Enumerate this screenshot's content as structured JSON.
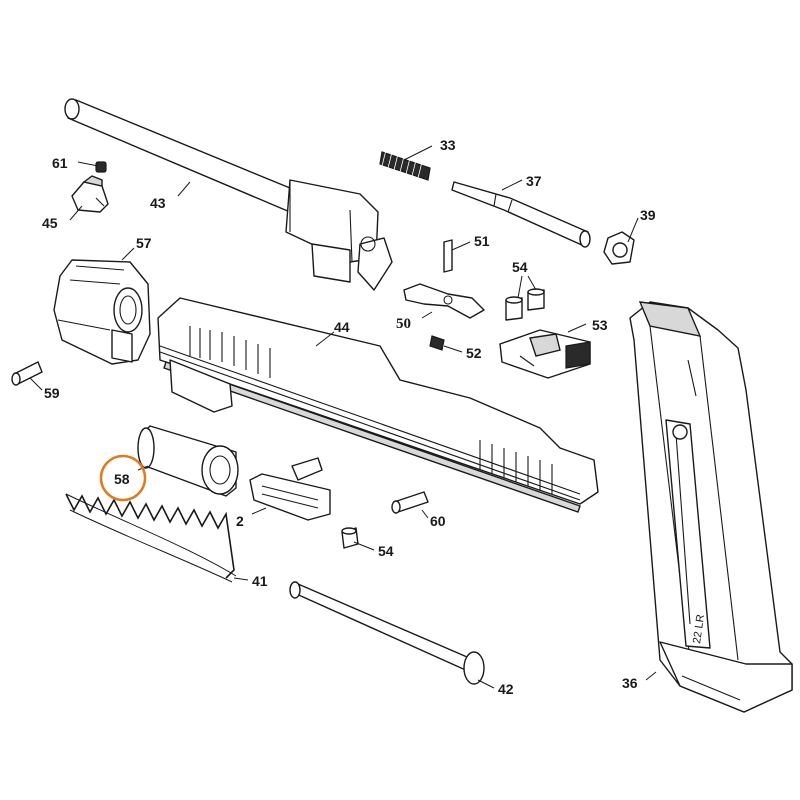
{
  "diagram": {
    "highlight_color": "#e07a1f",
    "highlighted_part": "58",
    "magazine_marking": "22 LR",
    "callouts": [
      {
        "id": "61",
        "label": "61"
      },
      {
        "id": "43",
        "label": "43"
      },
      {
        "id": "33",
        "label": "33"
      },
      {
        "id": "37",
        "label": "37"
      },
      {
        "id": "45",
        "label": "45"
      },
      {
        "id": "39",
        "label": "39"
      },
      {
        "id": "51",
        "label": "51"
      },
      {
        "id": "57",
        "label": "57"
      },
      {
        "id": "54a",
        "label": "54"
      },
      {
        "id": "44",
        "label": "44"
      },
      {
        "id": "50",
        "label": "50"
      },
      {
        "id": "53",
        "label": "53"
      },
      {
        "id": "52",
        "label": "52"
      },
      {
        "id": "59",
        "label": "59"
      },
      {
        "id": "58",
        "label": "58"
      },
      {
        "id": "2",
        "label": "2"
      },
      {
        "id": "60",
        "label": "60"
      },
      {
        "id": "54b",
        "label": "54"
      },
      {
        "id": "41",
        "label": "41"
      },
      {
        "id": "42",
        "label": "42"
      },
      {
        "id": "36",
        "label": "36"
      }
    ]
  }
}
